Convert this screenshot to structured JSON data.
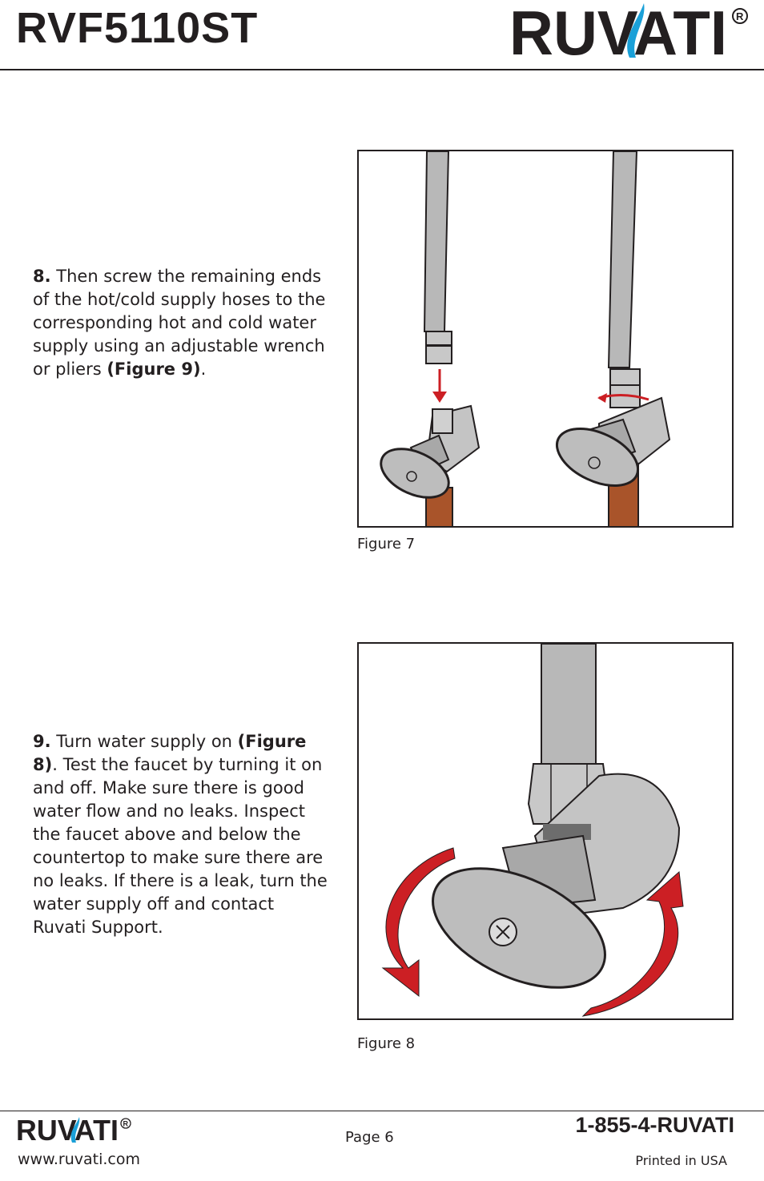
{
  "header": {
    "model": "RVF5110ST",
    "brand": "RUVATI"
  },
  "steps": [
    {
      "number": "8.",
      "text_before": " Then screw the remaining ends of the hot/cold supply hoses to the corresponding hot and cold water supply using an adjustable wrench or pliers ",
      "ref": "(Figure 9)",
      "text_after": "."
    },
    {
      "number": "9.",
      "text_before": " Turn water supply on ",
      "ref": "(Figure 8)",
      "text_after": ". Test the faucet by turning it on and off. Make sure there is good water flow and no leaks. Inspect the faucet above and below the countertop to make sure there are no leaks. If there is a leak, turn the water supply off and contact Ruvati Support."
    }
  ],
  "figures": [
    {
      "caption": "Figure 7"
    },
    {
      "caption": "Figure 8"
    }
  ],
  "footer": {
    "website": "www.ruvati.com",
    "page": "Page 6",
    "phone": "1-855-4-RUVATI",
    "printed": "Printed in USA"
  },
  "colors": {
    "text": "#231f20",
    "arrow": "#cc1f24",
    "pipe": "#a9542a",
    "metal": "#b8b8b8",
    "logo_blue": "#1aa0d8"
  }
}
